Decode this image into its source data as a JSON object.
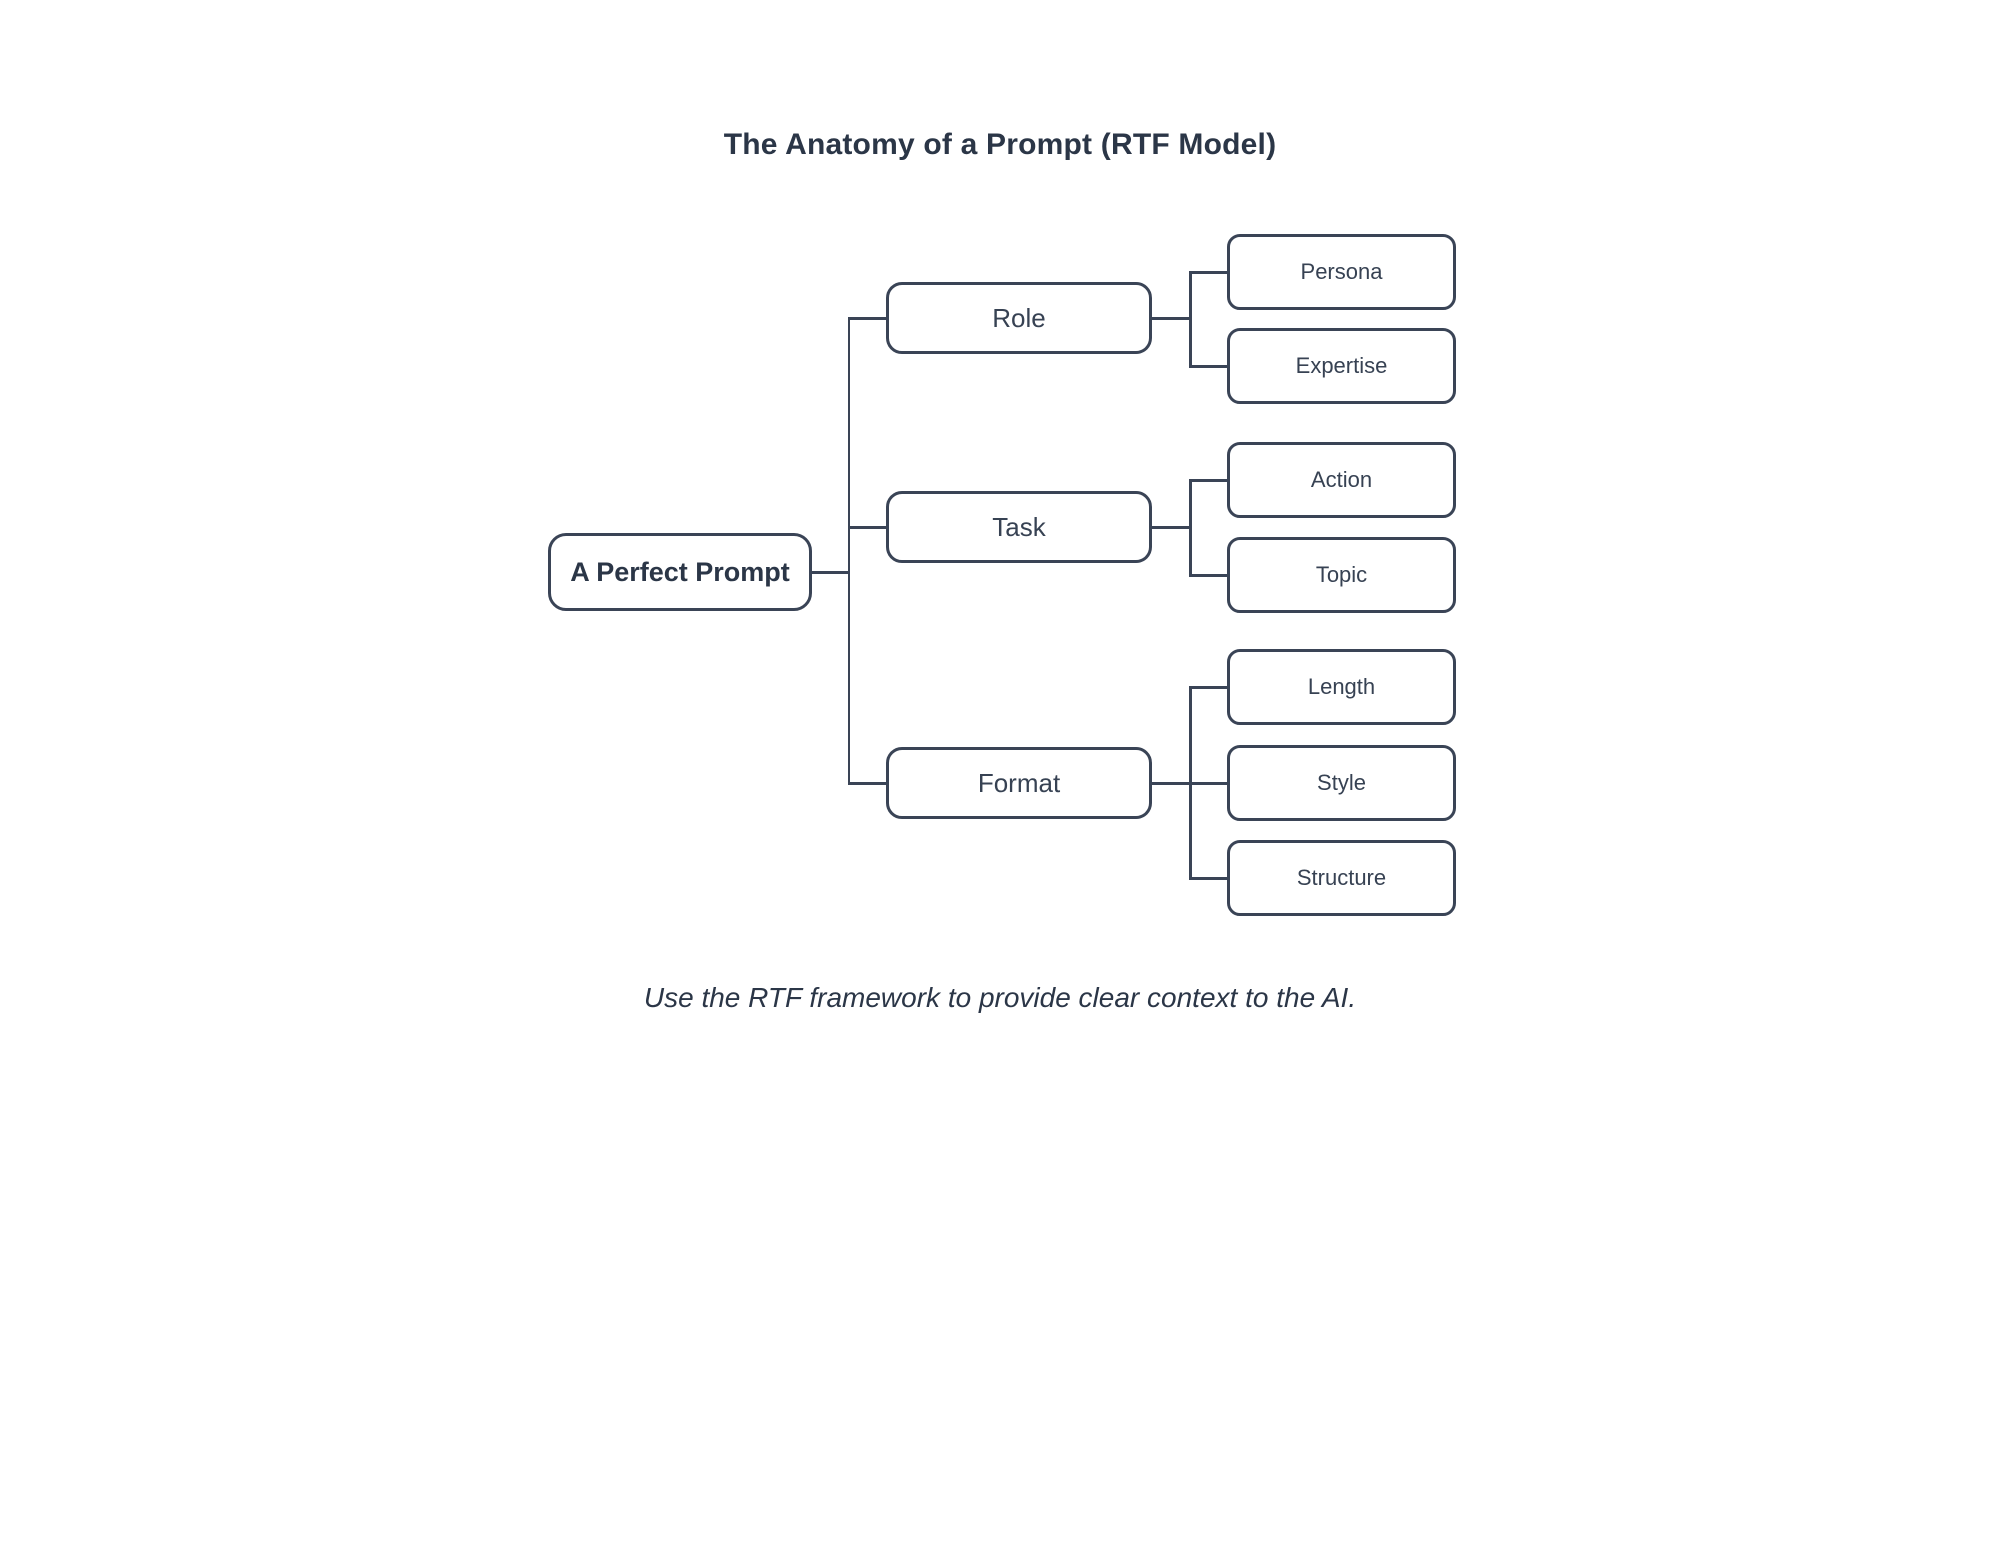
{
  "title": "The Anatomy of a Prompt (RTF Model)",
  "caption": "Use the RTF framework to provide clear context to the AI.",
  "colors": {
    "background": "#ffffff",
    "line_and_border": "#3a4456",
    "node_text": "#374253",
    "heading_text": "#2b3647"
  },
  "tree": {
    "root": {
      "label": "A Perfect Prompt"
    },
    "branches": [
      {
        "label": "Role",
        "children": [
          {
            "label": "Persona"
          },
          {
            "label": "Expertise"
          }
        ]
      },
      {
        "label": "Task",
        "children": [
          {
            "label": "Action"
          },
          {
            "label": "Topic"
          }
        ]
      },
      {
        "label": "Format",
        "children": [
          {
            "label": "Length"
          },
          {
            "label": "Style"
          },
          {
            "label": "Structure"
          }
        ]
      }
    ]
  }
}
